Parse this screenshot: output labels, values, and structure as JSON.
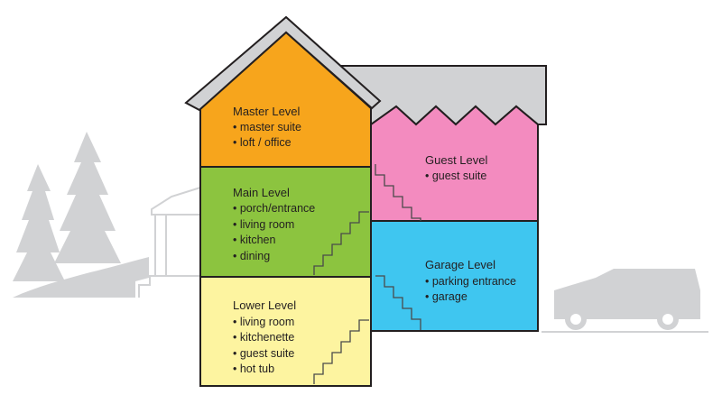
{
  "levels": {
    "master": {
      "title": "Master Level",
      "items": [
        "• master suite",
        "• loft / office"
      ],
      "color": "#f7a51c"
    },
    "main": {
      "title": "Main Level",
      "items": [
        "• porch/entrance",
        "• living room",
        "• kitchen",
        "• dining"
      ],
      "color": "#8cc43f"
    },
    "lower": {
      "title": "Lower Level",
      "items": [
        "• living room",
        "• kitchenette",
        "• guest suite",
        "• hot tub"
      ],
      "color": "#fdf4a0"
    },
    "guest": {
      "title": "Guest Level",
      "items": [
        "• guest suite"
      ],
      "color": "#f38bbf"
    },
    "garage": {
      "title": "Garage Level",
      "items": [
        "• parking entrance",
        "• garage"
      ],
      "color": "#3fc6f0"
    }
  },
  "colors": {
    "outline": "#231f20",
    "roof": "#d1d2d4",
    "scenery": "#d1d2d4",
    "stairs": "#4a4a4a"
  }
}
